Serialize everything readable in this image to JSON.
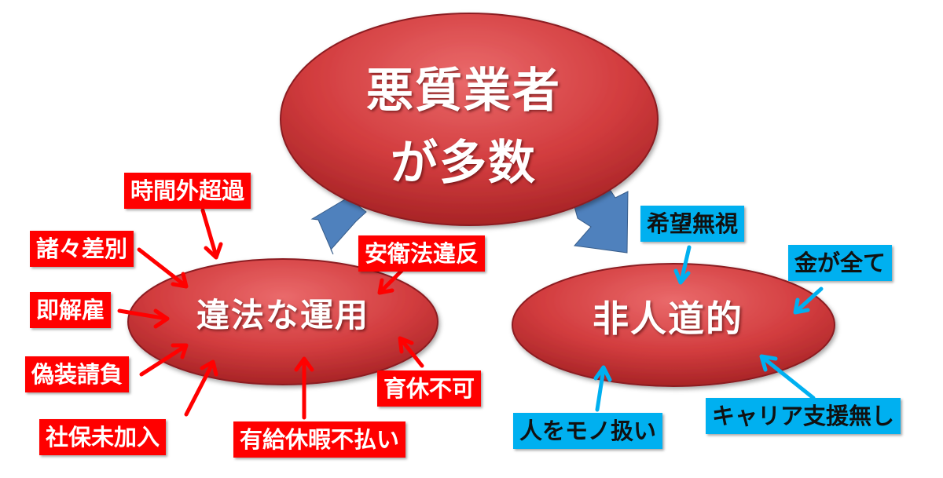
{
  "colors": {
    "ellipse_light": "#e5585a",
    "ellipse_dark": "#b52a2c",
    "ellipse_stroke": "#8c1f20",
    "big_arrow": "#4f81bd",
    "red": "#ff0000",
    "blue": "#00b0f0"
  },
  "main": {
    "line1": "悪質業者",
    "line2": "が多数"
  },
  "left": {
    "label": "違法な運用"
  },
  "right": {
    "label": "非人道的"
  },
  "red_tags": [
    {
      "label": "時間外超過"
    },
    {
      "label": "諸々差別"
    },
    {
      "label": "即解雇"
    },
    {
      "label": "偽装請負"
    },
    {
      "label": "社保未加入"
    },
    {
      "label": "有給休暇不払い"
    },
    {
      "label": "育休不可"
    },
    {
      "label": "安衛法違反"
    }
  ],
  "blue_tags": [
    {
      "label": "希望無視"
    },
    {
      "label": "金が全て"
    },
    {
      "label": "キャリア支援無し"
    },
    {
      "label": "人をモノ扱い"
    }
  ]
}
